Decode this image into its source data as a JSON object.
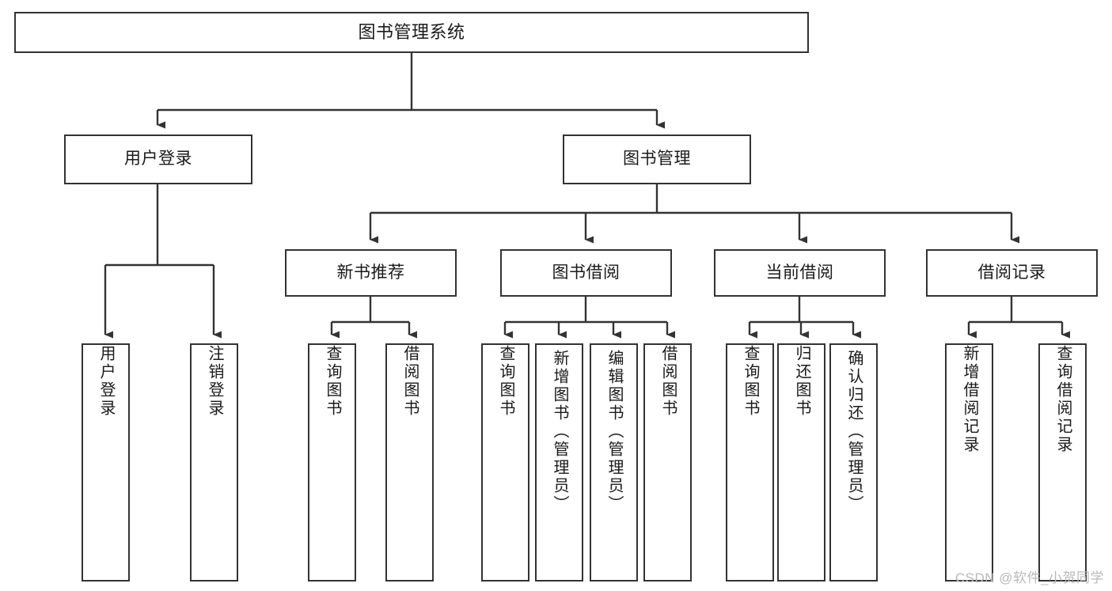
{
  "diagram": {
    "type": "tree-hierarchy-chart",
    "title": "图书管理系统",
    "orientation": "top-down",
    "colors": {
      "box_border": "#333333",
      "box_fill": "#ffffff",
      "connector": "#333333",
      "text": "#1a1a1a",
      "watermark": "#b9b9b9"
    },
    "levels": 4
  },
  "root": {
    "label": "图书管理系统"
  },
  "level2": [
    {
      "id": "user-login",
      "label": "用户登录"
    },
    {
      "id": "book-management",
      "label": "图书管理"
    }
  ],
  "level3": [
    {
      "id": "new-book-recommend",
      "label": "新书推荐",
      "parent": "book-management"
    },
    {
      "id": "book-borrow",
      "label": "图书借阅",
      "parent": "book-management"
    },
    {
      "id": "current-borrow",
      "label": "当前借阅",
      "parent": "book-management"
    },
    {
      "id": "borrow-record",
      "label": "借阅记录",
      "parent": "book-management"
    }
  ],
  "leaves": [
    {
      "id": "leaf-user-login",
      "label": "用户登录",
      "parent": "user-login"
    },
    {
      "id": "leaf-user-logout",
      "label": "注销登录",
      "parent": "user-login"
    },
    {
      "id": "leaf-query-book-rec",
      "label": "查询图书",
      "parent": "new-book-recommend"
    },
    {
      "id": "leaf-borrow-book-rec",
      "label": "借阅图书",
      "parent": "new-book-recommend"
    },
    {
      "id": "leaf-query-book-borrow",
      "label": "查询图书",
      "parent": "book-borrow"
    },
    {
      "id": "leaf-add-book",
      "label": "新增图书（管理员）",
      "parent": "book-borrow"
    },
    {
      "id": "leaf-edit-book",
      "label": "编辑图书（管理员）",
      "parent": "book-borrow"
    },
    {
      "id": "leaf-borrow-book",
      "label": "借阅图书",
      "parent": "book-borrow"
    },
    {
      "id": "leaf-query-book-current",
      "label": "查询图书",
      "parent": "current-borrow"
    },
    {
      "id": "leaf-return-book",
      "label": "归还图书",
      "parent": "current-borrow"
    },
    {
      "id": "leaf-confirm-return",
      "label": "确认归还（管理员）",
      "parent": "current-borrow"
    },
    {
      "id": "leaf-add-record",
      "label": "新增借阅记录",
      "parent": "borrow-record"
    },
    {
      "id": "leaf-query-record",
      "label": "查询借阅记录",
      "parent": "borrow-record"
    }
  ],
  "watermark": {
    "text": "CSDN @软件_小贺同学"
  }
}
